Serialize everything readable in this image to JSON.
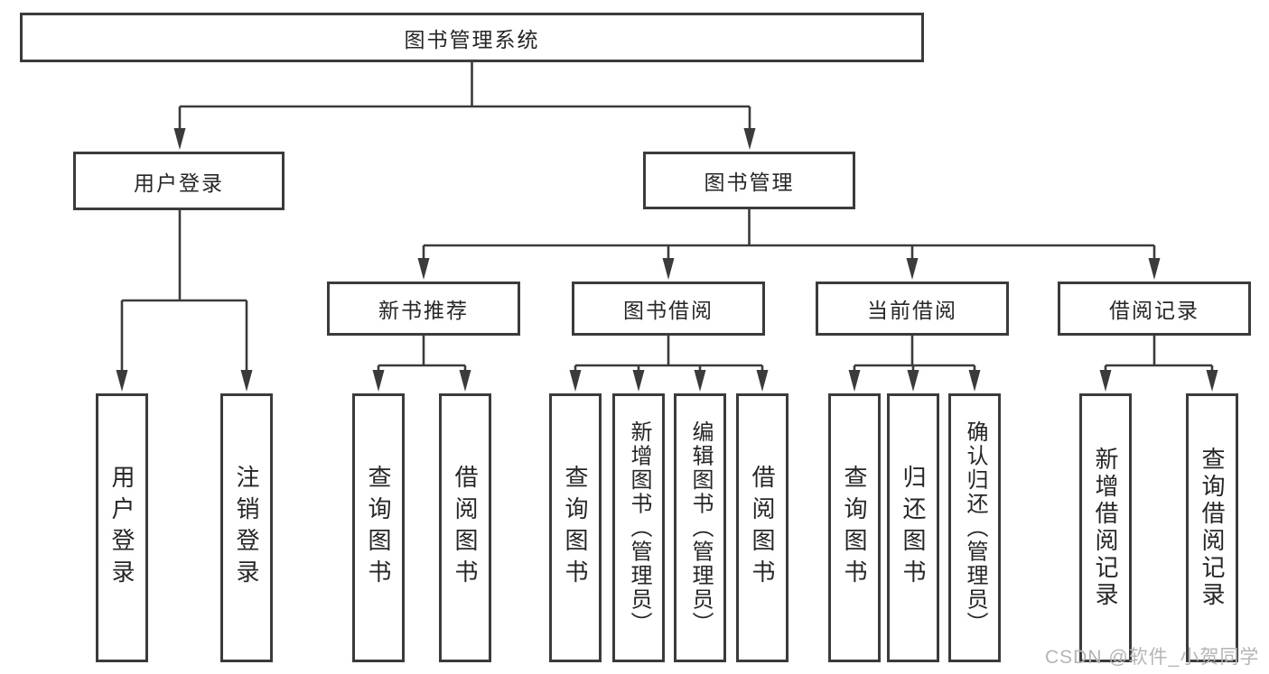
{
  "diagram": {
    "title": "图书管理系统",
    "branches": [
      {
        "label": "用户登录",
        "children": [
          {
            "label": "用户登录"
          },
          {
            "label": "注销登录"
          }
        ]
      },
      {
        "label": "图书管理",
        "children": [
          {
            "label": "新书推荐",
            "children": [
              {
                "label": "查询图书"
              },
              {
                "label": "借阅图书"
              }
            ]
          },
          {
            "label": "图书借阅",
            "children": [
              {
                "label": "查询图书"
              },
              {
                "label": "新增图书（管理员）"
              },
              {
                "label": "编辑图书（管理员）"
              },
              {
                "label": "借阅图书"
              }
            ]
          },
          {
            "label": "当前借阅",
            "children": [
              {
                "label": "查询图书"
              },
              {
                "label": "归还图书"
              },
              {
                "label": "确认归还（管理员）"
              }
            ]
          },
          {
            "label": "借阅记录",
            "children": [
              {
                "label": "新增借阅记录"
              },
              {
                "label": "查询借阅记录"
              }
            ]
          }
        ]
      }
    ]
  },
  "watermark": {
    "text": "CSDN @软件_小贺同学"
  },
  "colors": {
    "line": "#3b3b3b",
    "text": "#262626",
    "watermark": "#b5b5b5",
    "canvas": "#ffffff"
  }
}
